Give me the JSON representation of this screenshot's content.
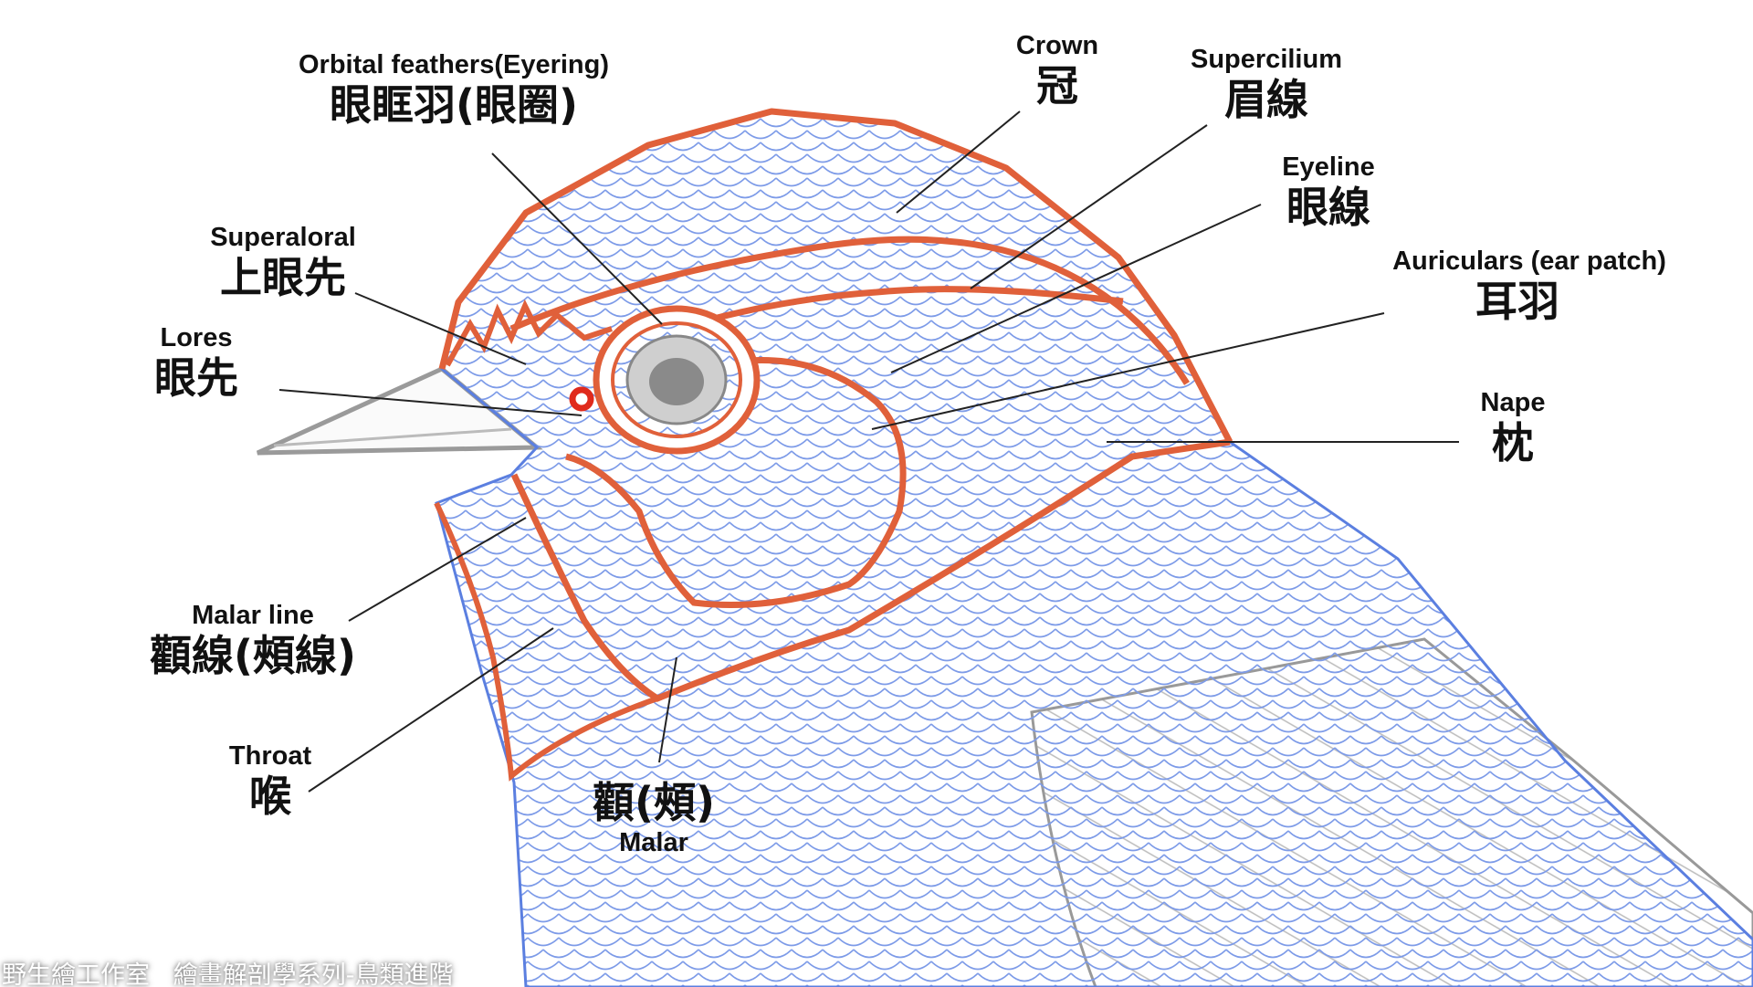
{
  "title": "Bird head anatomy",
  "labels": {
    "orbital": {
      "en": "Orbital feathers(Eyering)",
      "zh": "眼眶羽(眼圈)"
    },
    "crown": {
      "en": "Crown",
      "zh": "冠"
    },
    "supercilium": {
      "en": "Supercilium",
      "zh": "眉線"
    },
    "eyeline": {
      "en": "Eyeline",
      "zh": "眼線"
    },
    "auriculars": {
      "en": "Auriculars  (ear patch)",
      "zh": "耳羽"
    },
    "nape": {
      "en": "Nape",
      "zh": "枕"
    },
    "superaloral": {
      "en": "Superaloral",
      "zh": "上眼先"
    },
    "lores": {
      "en": "Lores",
      "zh": "眼先"
    },
    "malar_line": {
      "en": "Malar line",
      "zh": "顴線(頰線)"
    },
    "throat": {
      "en": "Throat",
      "zh": "喉"
    },
    "malar": {
      "en": "Malar",
      "zh": "顴(頰)"
    }
  },
  "watermark": "野生繪工作室   繪畫解剖學系列-鳥類進階",
  "colors": {
    "outline": "#e0603a",
    "feather": "#5b7fe0",
    "beak": "#9a9a9a",
    "marker": "#e02a1c"
  }
}
